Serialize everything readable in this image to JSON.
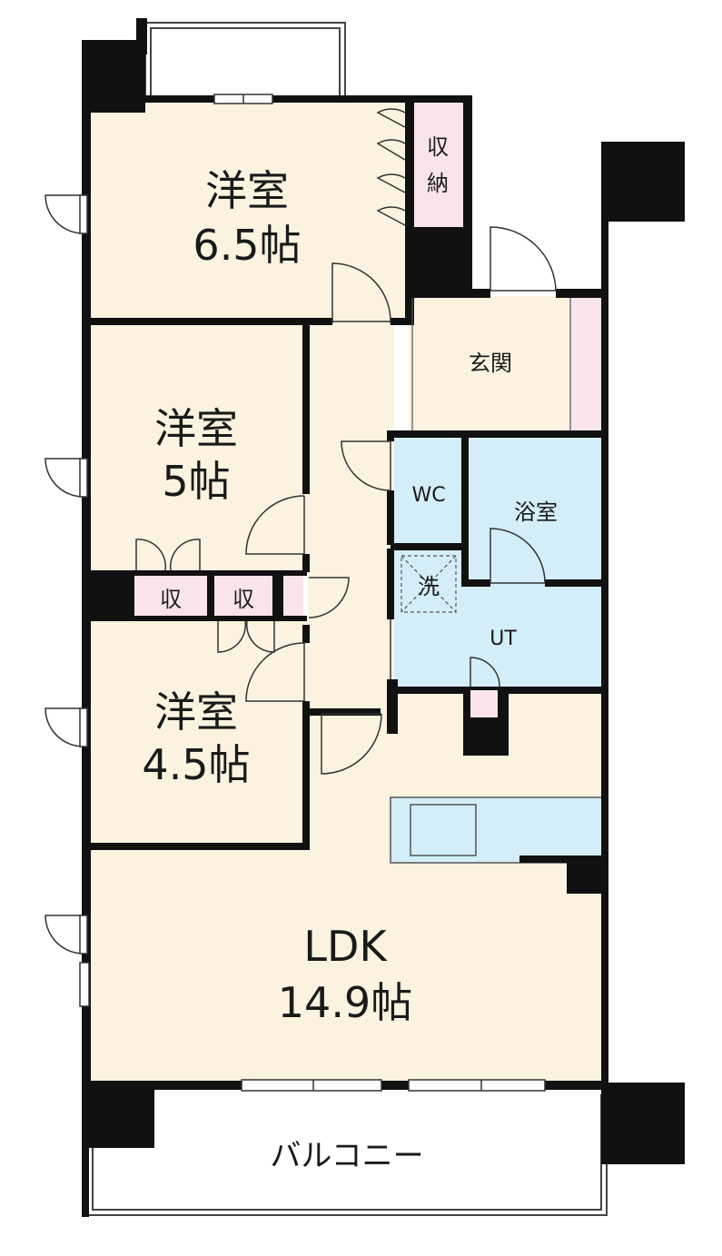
{
  "rooms": {
    "western_room_1": {
      "name": "洋室",
      "size": "6.5帖"
    },
    "western_room_2": {
      "name": "洋室",
      "size": "5帖"
    },
    "western_room_3": {
      "name": "洋室",
      "size": "4.5帖"
    },
    "ldk": {
      "name": "LDK",
      "size": "14.9帖"
    },
    "storage_large": {
      "line1": "収",
      "line2": "納"
    },
    "storage_a": {
      "name": "収"
    },
    "storage_b": {
      "name": "収"
    },
    "entrance": {
      "name": "玄関"
    },
    "wc": {
      "name": "WC"
    },
    "bathroom": {
      "name": "浴室"
    },
    "washer": {
      "name": "洗"
    },
    "utility": {
      "name": "UT"
    },
    "balcony": {
      "name": "バルコニー"
    }
  },
  "colors": {
    "room_fill": "#fbf3e0",
    "wet_fill": "#d4eef9",
    "storage_fill": "#f9e4ec",
    "wall": "#111111",
    "line": "#333333"
  }
}
